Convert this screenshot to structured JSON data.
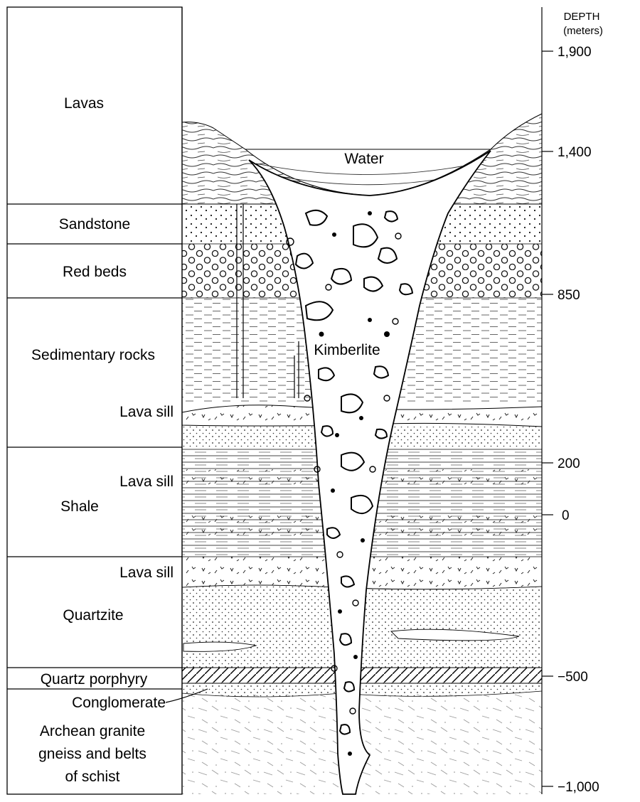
{
  "diagram": {
    "layers": [
      {
        "id": "lavas",
        "label": "Lavas"
      },
      {
        "id": "sandstone",
        "label": "Sandstone"
      },
      {
        "id": "red-beds",
        "label": "Red beds"
      },
      {
        "id": "sedimentary",
        "label": "Sedimentary rocks"
      },
      {
        "id": "lava-sill-1",
        "label": "Lava sill"
      },
      {
        "id": "lava-sill-2",
        "label": "Lava sill"
      },
      {
        "id": "shale",
        "label": "Shale"
      },
      {
        "id": "lava-sill-3",
        "label": "Lava sill"
      },
      {
        "id": "quartzite",
        "label": "Quartzite"
      },
      {
        "id": "quartz-porphyry",
        "label": "Quartz porphyry"
      },
      {
        "id": "conglomerate",
        "label": "Conglomerate"
      },
      {
        "id": "archean-1",
        "label": "Archean granite"
      },
      {
        "id": "archean-2",
        "label": "gneiss and belts"
      },
      {
        "id": "archean-3",
        "label": "of schist"
      }
    ],
    "pipe_labels": {
      "water": "Water",
      "kimberlite": "Kimberlite"
    },
    "depth_axis": {
      "title_line1": "DEPTH",
      "title_line2": "(meters)",
      "ticks": [
        "1,900",
        "1,400",
        "850",
        "200",
        "0",
        "−500",
        "−1,000"
      ]
    }
  }
}
